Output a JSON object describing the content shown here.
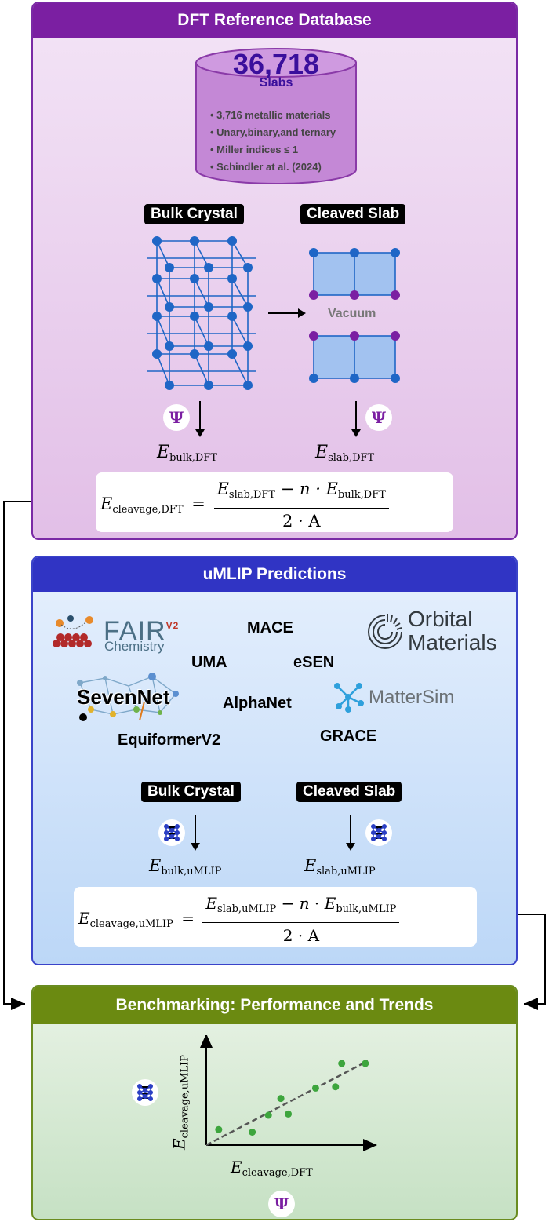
{
  "colors": {
    "dft_header": "#7b1fa2",
    "umlip_header": "#3034c4",
    "bench_header": "#6b8a11",
    "atom_blue": "#1f66c6",
    "atom_purple": "#7b1fa2",
    "points_green": "#3da53d"
  },
  "dft": {
    "title": "DFT Reference Database",
    "count": "36,718",
    "count_unit": "Slabs",
    "bullets": [
      "• 3,716 metallic materials",
      "• Unary,binary,and ternary",
      "• Miller indices ≤ 1",
      "• Schindler at al. (2024)"
    ],
    "bulk_label": "Bulk Crystal",
    "slab_label": "Cleaved Slab",
    "vacuum_label": "Vacuum",
    "psi_icon": "psi-icon",
    "e_symbol": "E",
    "bulk_sub": "bulk,DFT",
    "slab_sub": "slab,DFT",
    "cleavage_sub": "cleavage,DFT",
    "equals": "=",
    "minus_n_dot": " − n · ",
    "denominator": "2 · A"
  },
  "umlip": {
    "title": "uMLIP Predictions",
    "fair_logo_text": "FAIR",
    "fair_logo_sup": "V2",
    "fair_logo_sub": "Chemistry",
    "orbital_line1": "Orbital",
    "orbital_line2": "Materials",
    "models": {
      "mace": "MACE",
      "uma": "UMA",
      "esen": "eSEN",
      "sevennet": "SevenNet",
      "alphanet": "AlphaNet",
      "mattersim": "MatterSim",
      "equiformer": "EquiformerV2",
      "grace": "GRACE"
    },
    "bulk_label": "Bulk Crystal",
    "slab_label": "Cleaved Slab",
    "nn_icon": "neural-network-icon",
    "bulk_sub": "bulk,uMLIP",
    "slab_sub": "slab,uMLIP",
    "cleavage_sub": "cleavage,uMLIP"
  },
  "bench": {
    "title": "Benchmarking: Performance and Trends",
    "y_sub": "cleavage,uMLIP",
    "x_sub": "cleavage,DFT"
  },
  "chart_data": {
    "type": "scatter",
    "title": "",
    "xlabel": "E_cleavage,DFT",
    "ylabel": "E_cleavage,uMLIP",
    "x": [
      1.0,
      3.7,
      5.0,
      6.0,
      6.6,
      8.8,
      10.4,
      10.9,
      12.8
    ],
    "y": [
      1.2,
      1.0,
      2.3,
      3.6,
      2.4,
      4.4,
      4.5,
      6.3,
      6.3
    ],
    "trend_line": {
      "x": [
        0,
        13
      ],
      "y": [
        0,
        6.5
      ]
    },
    "xlim": [
      0,
      13
    ],
    "ylim": [
      0,
      8
    ]
  }
}
